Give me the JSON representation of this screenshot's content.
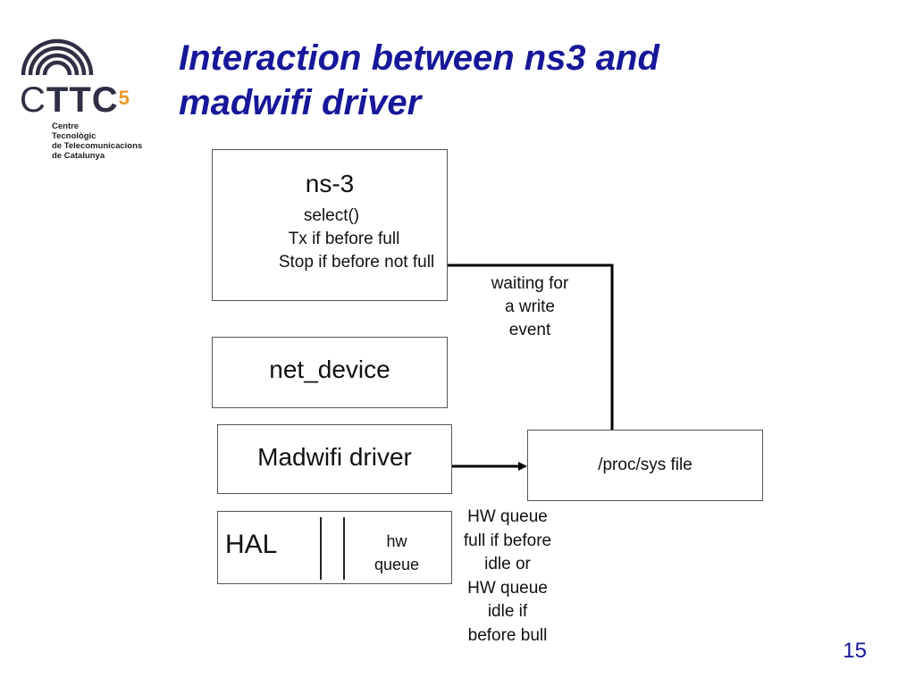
{
  "logo": {
    "wordmark_prefix": "C",
    "wordmark_main": "TTC",
    "wordmark_sup": "5",
    "subtitle_lines": [
      "Centre",
      "Tecnològic",
      "de Telecomunicacions",
      "de Catalunya"
    ],
    "colors": {
      "text": "#2f2f45",
      "accent": "#e89a2c"
    }
  },
  "title": {
    "line1": "Interaction between ns3 and",
    "line2": "madwifi driver",
    "color": "#17179a"
  },
  "diagram": {
    "ns3": {
      "title": "ns-3",
      "lines": [
        "select()",
        "Tx if before full",
        "Stop if before not full"
      ]
    },
    "net_device": {
      "label": "net_device"
    },
    "madwifi": {
      "label": "Madwifi driver"
    },
    "hal": {
      "label": "HAL",
      "hw_queue": "hw\nqueue"
    },
    "proc": {
      "label": "/proc/sys file"
    },
    "notes": {
      "waiting": "waiting for\na write\nevent",
      "hw_queue": "HW queue\nfull if before\nidle or\nHW queue\nidle if\nbefore bull"
    }
  },
  "page_number": "15"
}
